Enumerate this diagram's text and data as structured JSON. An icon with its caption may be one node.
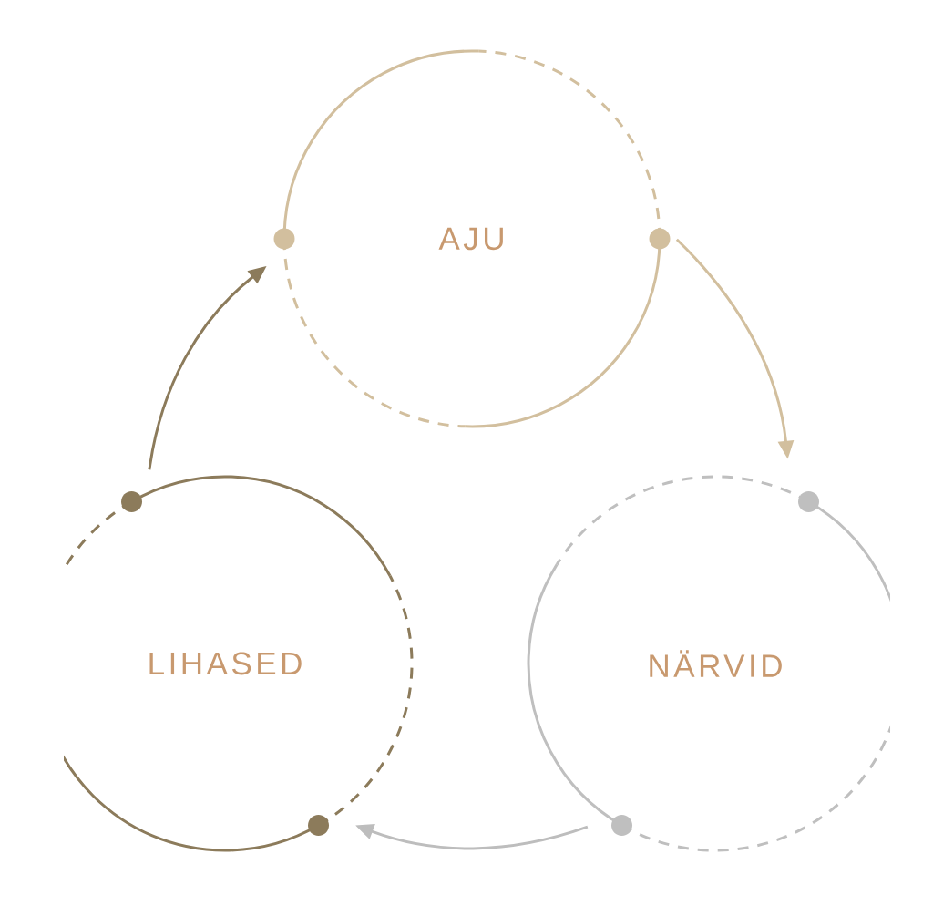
{
  "diagram": {
    "nodes": [
      {
        "text": [
          "AJU"
        ]
      },
      {
        "text": [
          "NÄRVID"
        ]
      },
      {
        "text": [
          "LIHASED"
        ]
      }
    ],
    "edges": [
      {
        "from": 0,
        "to": 1,
        "arrow": "to",
        "color": "#d2bf9e"
      },
      {
        "from": 1,
        "to": 2,
        "arrow": "to",
        "color": "#bdbdbd"
      },
      {
        "from": 2,
        "to": 0,
        "arrow": "to",
        "color": "#8c7b5b"
      }
    ]
  }
}
